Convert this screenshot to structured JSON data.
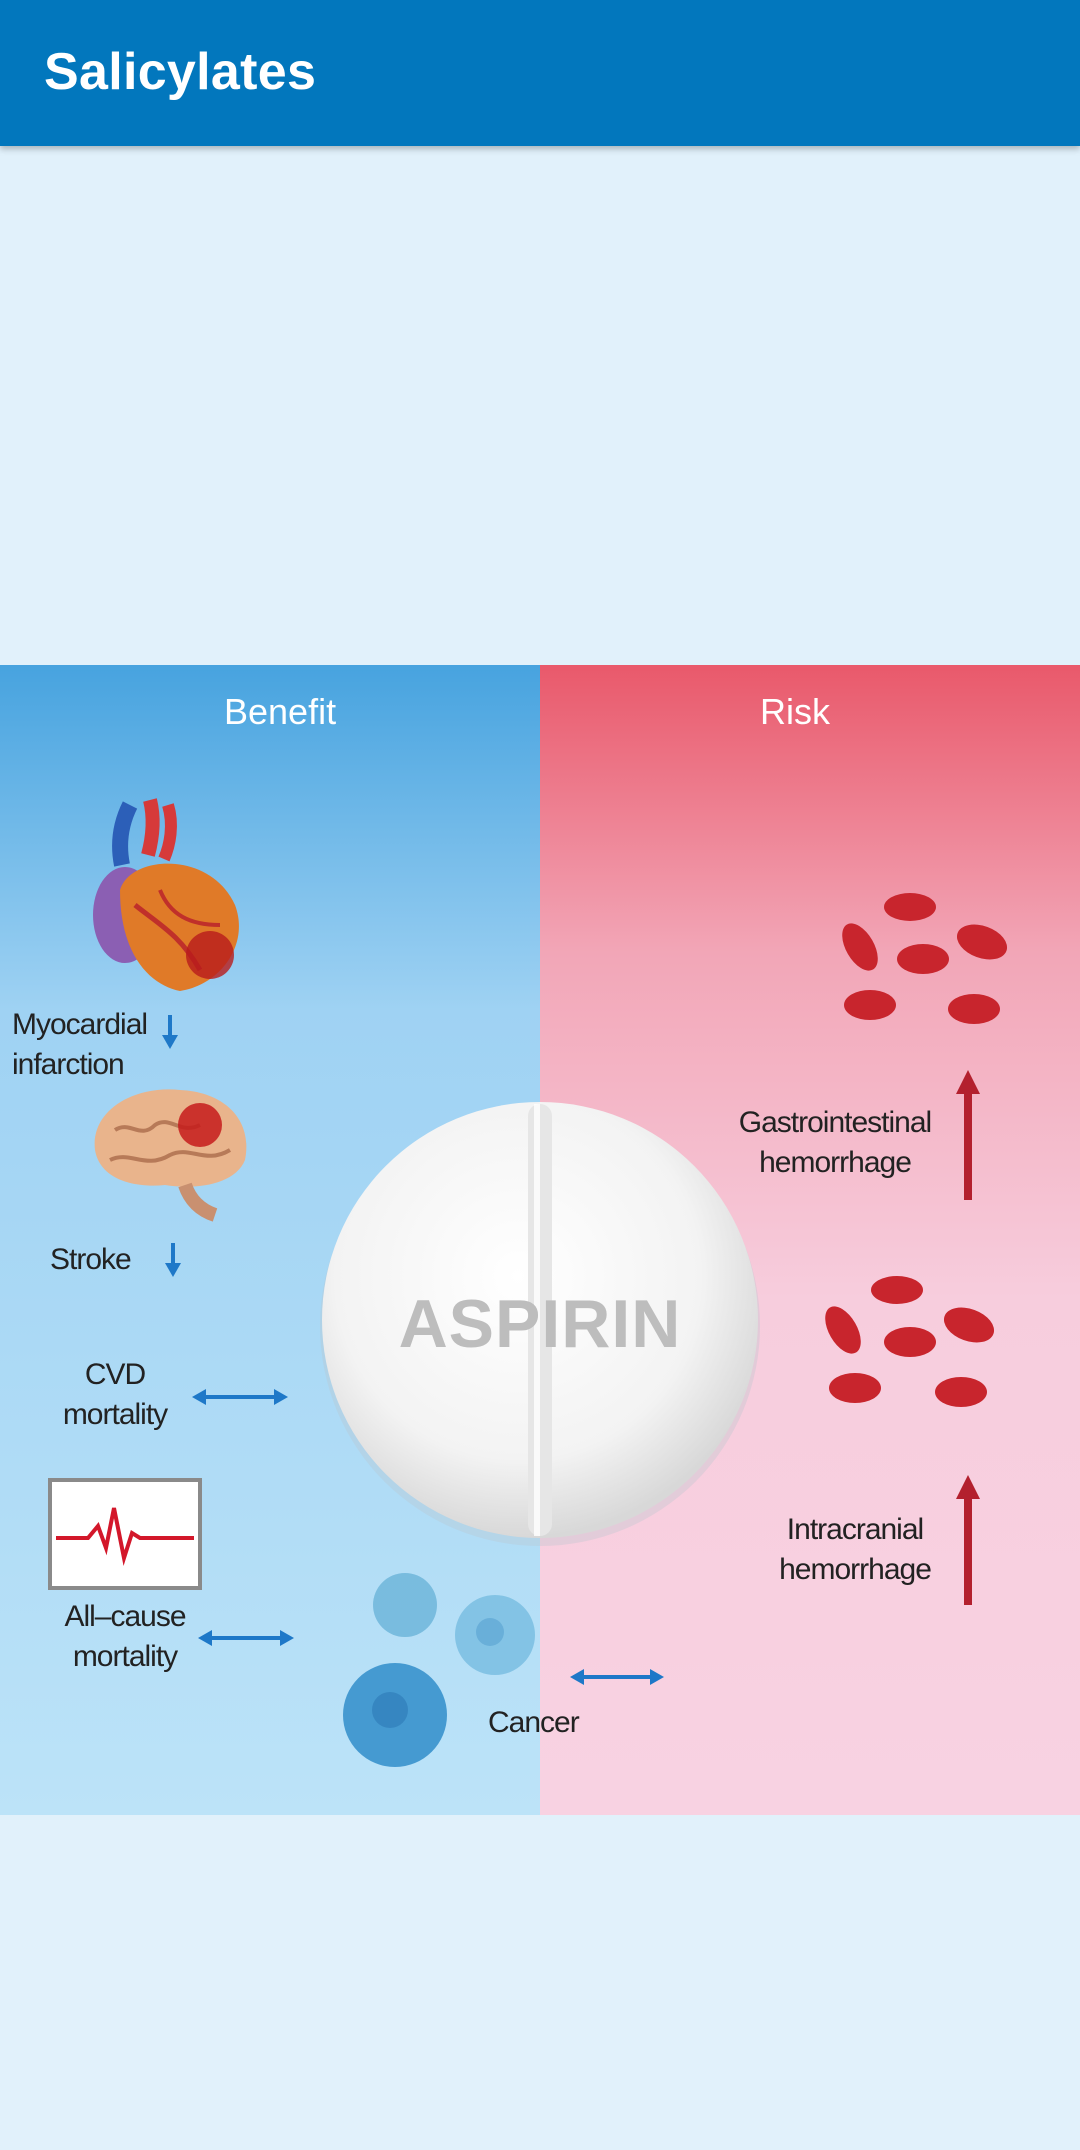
{
  "appbar": {
    "title": "Salicylates"
  },
  "figure": {
    "benefit_header": "Benefit",
    "risk_header": "Risk",
    "pill_text": "ASPIRIN",
    "benefit_items": {
      "myocardial_line1": "Myocardial",
      "myocardial_line2": "infarction",
      "stroke": "Stroke",
      "cvd_line1": "CVD",
      "cvd_line2": "mortality",
      "allcause_line1": "All–cause",
      "allcause_line2": "mortality",
      "cancer": "Cancer"
    },
    "risk_items": {
      "gi_line1": "Gastrointestinal",
      "gi_line2": "hemorrhage",
      "ic_line1": "Intracranial",
      "ic_line2": "hemorrhage"
    },
    "colors": {
      "appbar": "#0277bd",
      "benefit_arrow": "#1e78c8",
      "risk_arrow": "#b3202e",
      "blood_cell": "#c8252d"
    }
  }
}
